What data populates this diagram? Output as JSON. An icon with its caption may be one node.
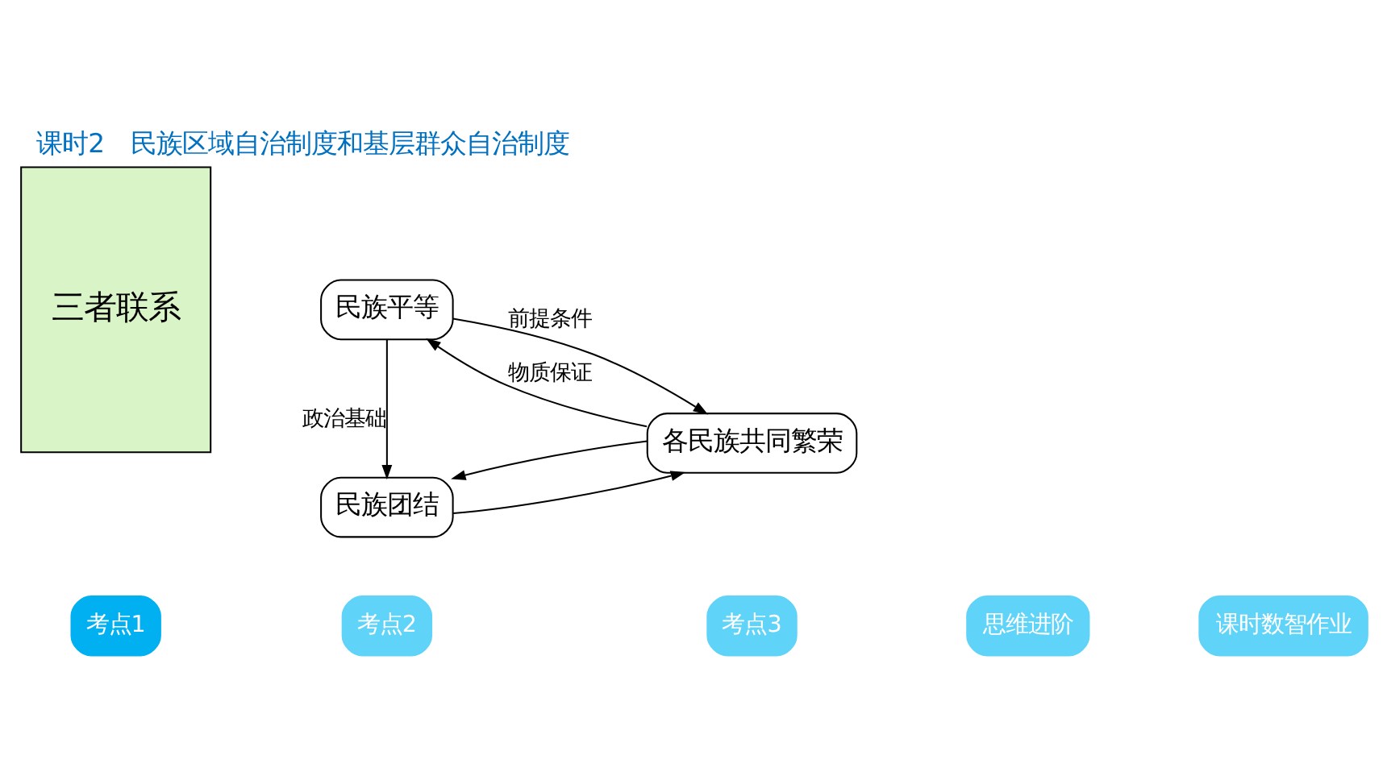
{
  "diagram": {
    "title": "课时2　民族区域自治制度和基层群众自治制度",
    "nodes": [
      {
        "text": [
          "考点1"
        ]
      },
      {
        "text": [
          "考点2"
        ]
      },
      {
        "text": [
          "考点3"
        ]
      },
      {
        "text": [
          "思维进阶"
        ]
      },
      {
        "text": [
          "课时数智作业"
        ]
      },
      {
        "text": [
          "三者联系"
        ]
      },
      {
        "text": [
          "民族平等"
        ]
      },
      {
        "text": [
          "民族团结"
        ]
      },
      {
        "text": [
          "各民族共同繁荣"
        ]
      }
    ],
    "edges": [
      {
        "from": 6,
        "to": 7,
        "arrow": "to",
        "label": "政治基础"
      },
      {
        "from": 6,
        "to": 8,
        "arrow": "to",
        "label": "前提条件"
      },
      {
        "from": 7,
        "to": 8,
        "arrow": "to"
      },
      {
        "from": 8,
        "to": 6,
        "arrow": "to",
        "label": "物质保证"
      },
      {
        "from": 8,
        "to": 7,
        "arrow": "to"
      }
    ]
  }
}
